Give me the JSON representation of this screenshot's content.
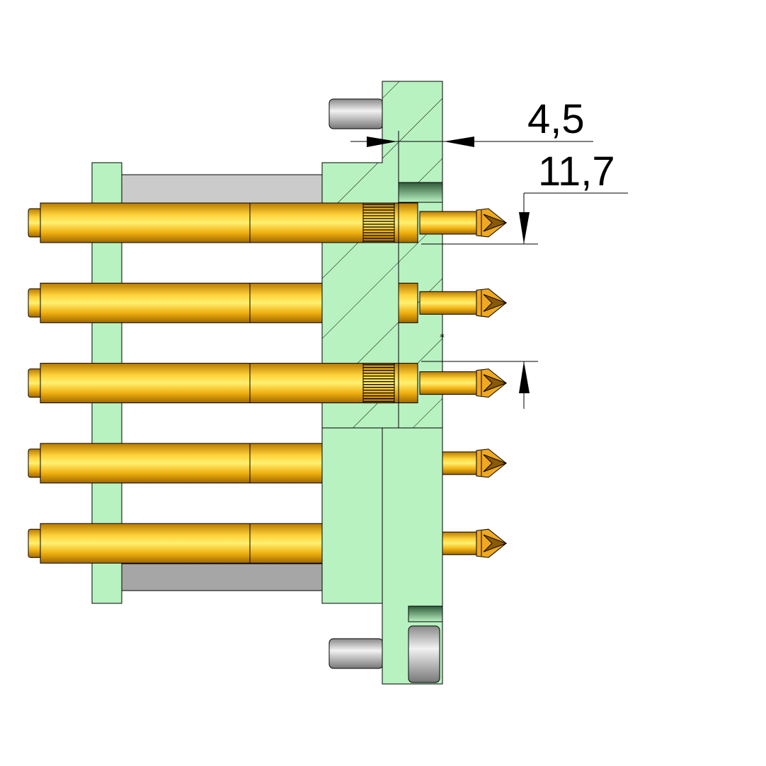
{
  "drawing": {
    "dimensions": [
      {
        "label": "4,5",
        "kind": "horizontal"
      },
      {
        "label": "11,7",
        "kind": "vertical"
      }
    ],
    "pin_count": 5,
    "sectioned_pin_rows": [
      0,
      2
    ],
    "colors": {
      "plate": "#b9f2c1",
      "pin_gold": "#f5b81c",
      "pin_highlight": "#ffe460",
      "standoff_gray": "#c8c8c8",
      "outline": "#000000"
    }
  }
}
